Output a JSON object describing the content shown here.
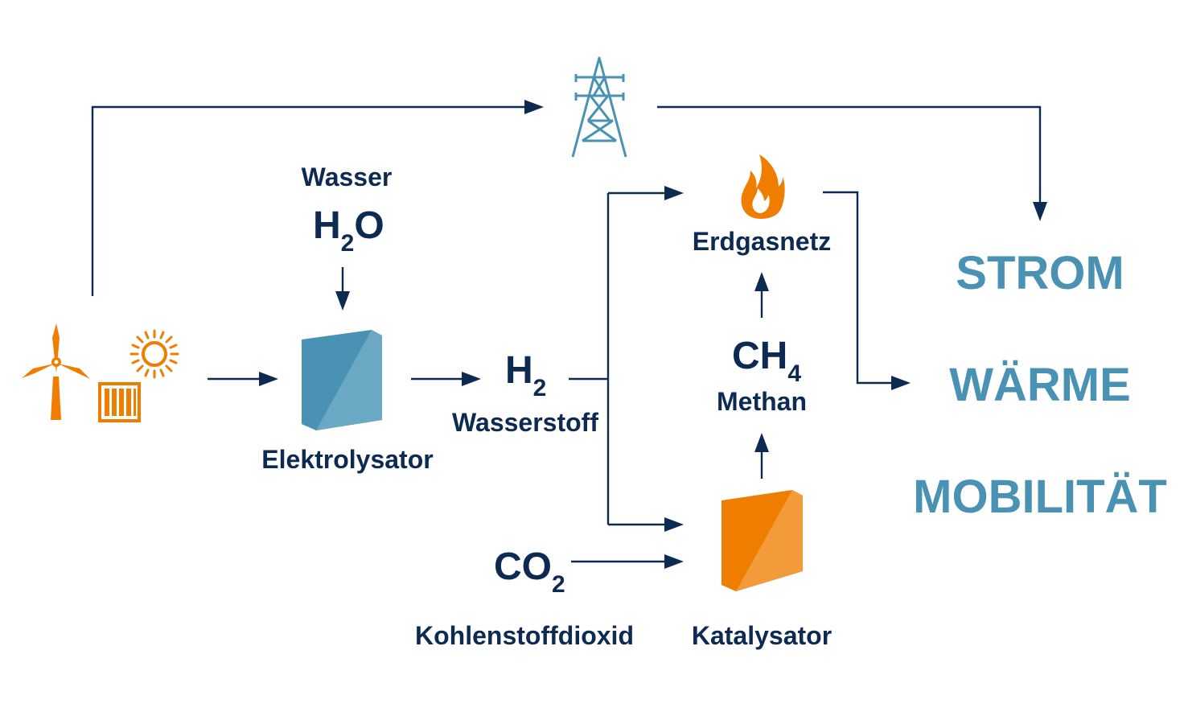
{
  "colors": {
    "dark_navy": "#0d2a52",
    "outcome_blue": "#4a92b3",
    "orange": "#ef7d00",
    "electrolyzer_blue": "#4a92b3",
    "pylon_blue": "#4a92b3"
  },
  "inputs": {
    "water_label": "Wasser",
    "water_formula_main": "H",
    "water_formula_sub": "2",
    "water_formula_tail": "O",
    "co2_formula_main": "CO",
    "co2_formula_sub": "2",
    "co2_label": "Kohlenstoffdioxid"
  },
  "nodes": {
    "electrolyzer": "Elektrolysator",
    "hydrogen_formula_main": "H",
    "hydrogen_formula_sub": "2",
    "hydrogen_label": "Wasserstoff",
    "gas_grid": "Erdgasnetz",
    "methane_formula_main": "CH",
    "methane_formula_sub": "4",
    "methane_label": "Methan",
    "catalyst": "Katalysator"
  },
  "outcomes": [
    "STROM",
    "WÄRME",
    "MOBILITÄT"
  ],
  "icons": [
    "wind-turbine-icon",
    "sun-icon",
    "solar-panel-icon",
    "power-pylon-icon",
    "flame-icon",
    "electrolyzer-block",
    "catalyst-block"
  ]
}
